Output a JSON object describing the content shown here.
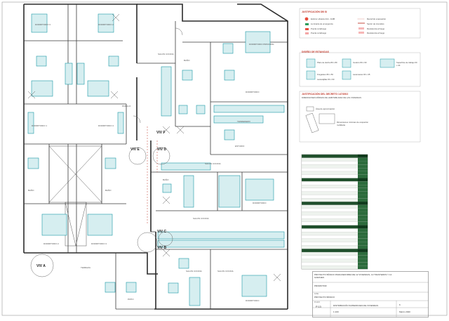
{
  "plan": {
    "units": [
      {
        "id": "viv-a",
        "label": "VIV A"
      },
      {
        "id": "viv-b",
        "label": "VIV B"
      },
      {
        "id": "viv-c",
        "label": "VIV C"
      },
      {
        "id": "viv-d",
        "label": "VIV D"
      },
      {
        "id": "viv-e",
        "label": "VIV E"
      },
      {
        "id": "viv-f",
        "label": "VIV F"
      }
    ],
    "rooms": {
      "dorm3_a": "DORMITORIO 3",
      "dorm2_a": "DORMITORIO 2",
      "dorm1_a": "DORMITORIO 1",
      "dorm4_a": "DORMITORIO 4",
      "dorm_pral": "DORMITORIO PRINCIPAL",
      "dorm2_b": "DORMITORIO 2",
      "dorm3_b": "DORMITORIO 3",
      "salon_cocina_1": "SALON COCINA",
      "salon_cocina_2": "SALON COCINA",
      "salon_cocina_3": "SALON COCINA",
      "bano_1": "BAÑO",
      "bano_2": "BAÑO",
      "bano_3": "BAÑO",
      "bano_4": "BAÑO",
      "pasillo": "PASILLO",
      "terraza": "TERRAZA",
      "estudio": "ESTUDIO",
      "tendedero": "TENDEDERO",
      "dorm_d1": "DORMITORIO",
      "dorm_d2": "DORMITORIO",
      "dorm_d3": "DORMITORIO",
      "salon_c": "SALON COCINA",
      "salon_d": "SALON COCINA",
      "patio": "PATIO"
    }
  },
  "legend": {
    "title1": "JUSTIFICACIÓN DB SI",
    "items1": [
      "Extintor eficacia 21A - 113B",
      "Recorrido evacuación",
      "Luminaria de emergencia",
      "Sector de incendios",
      "Puerta cortafuego",
      "Resistencia al fuego",
      "Puerta cortafuego",
      "Resistencia al fuego"
    ],
    "title2": "DISEÑO DE ESTANCIAS",
    "items2": [
      "Plato de ducha 80 x 80",
      "Inodoro 80 x 60",
      "Superficie de trabajo 60 x 40",
      "Fregadero 80 x 50",
      "Lavamanos 60 x 45",
      "Lavavajillas 60 x 60"
    ],
    "title3": "JUSTIFICACIÓN DEL DECRETO 147/2002",
    "subtitle3": "DIMENSIONES MÍNIMAS DE HABITABILIDAD DE LAS VIVIENDAS",
    "items3": [
      "Área de aproximación",
      "Dimensiones mínimas de ocupación mobiliaria"
    ]
  },
  "table": {
    "rows": 34
  },
  "title_block": {
    "project": "PROYECTO BÁSICO PARA REFORMA DE 12 VIVIENDAS, 12 TRASTEROS Y 12 GARAJES",
    "promoter": "PROMOTOR",
    "phase_label": "FASE",
    "phase": "PROYECTO BÁSICO",
    "sheet_label": "PLANO",
    "sheet_code": "P.13",
    "sheet_name": "DISTRIBUCIÓN SUPERFICIES DE VIVIENDAS",
    "scale": "1:100",
    "date": "Marzo 2020",
    "number": "6"
  },
  "colors": {
    "wall": "#2b2b2b",
    "fixture": "#1a9aa6",
    "fill": "#d6eef0",
    "accent": "#c0392b",
    "table_dark": "#1f4f2b"
  }
}
